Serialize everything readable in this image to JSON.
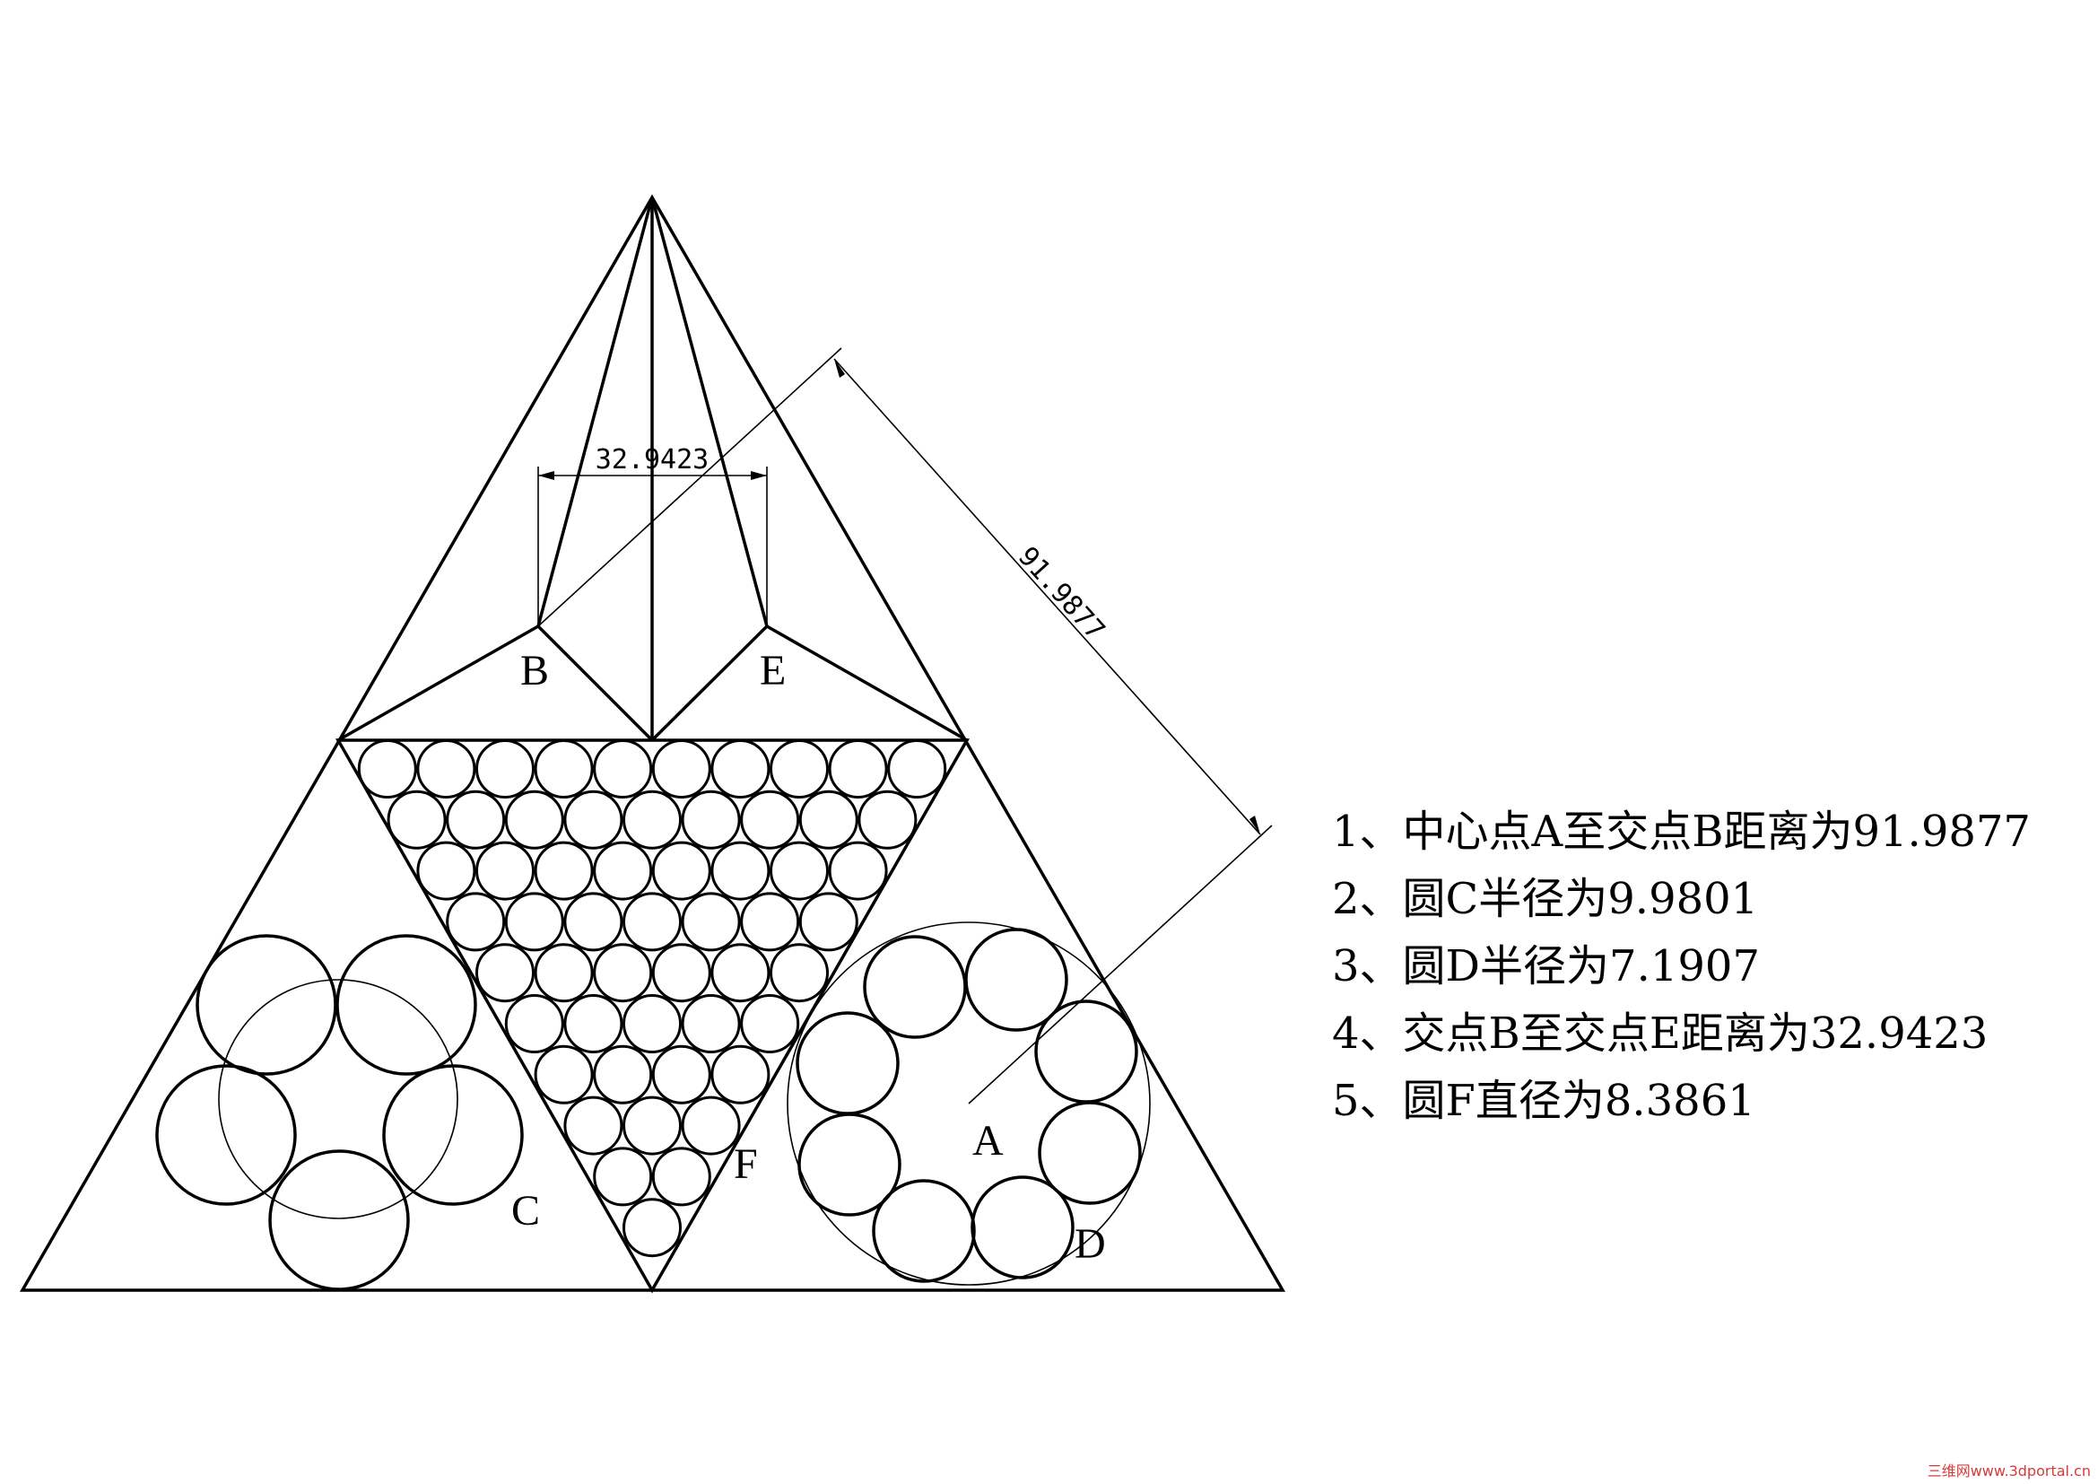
{
  "labels": {
    "A": "A",
    "B": "B",
    "C": "C",
    "D": "D",
    "E": "E",
    "F": "F"
  },
  "dimensions": {
    "horizontal": "32.9423",
    "slanted": "91.9877"
  },
  "notes": [
    "1、中心点A至交点B距离为91.9877",
    "2、圆C半径为9.9801",
    "3、圆D半径为7.1907",
    "4、交点B至交点E距离为32.9423",
    "5、圆F直径为8.3861"
  ],
  "watermark": "三维网www.3dportal.cn",
  "colors": {
    "line": "#000000",
    "watermark": "#d23c3c"
  }
}
